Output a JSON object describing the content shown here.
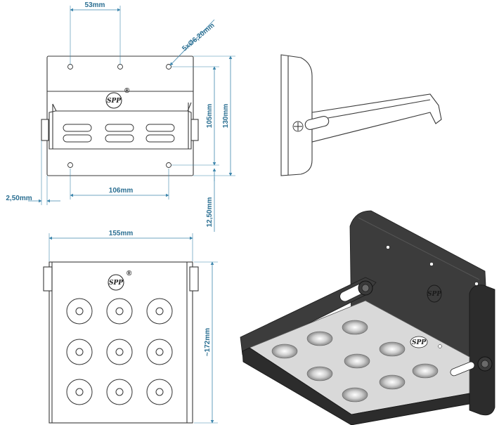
{
  "dimensions": {
    "hole_spacing_top": "53mm",
    "hole_diameter": "5xØ6,20mm",
    "plate_height": "105mm",
    "total_height": "130mm",
    "edge_offset": "2,50mm",
    "hole_spacing_bottom": "106mm",
    "bottom_offset": "12,50mm",
    "tread_width": "155mm",
    "tread_depth": "~172mm"
  },
  "logo": {
    "text": "SPP",
    "mark": "®"
  },
  "colors": {
    "dimension": "#2b6f92",
    "outline": "#3a3a3a",
    "frame_dark": "#3c3c3c",
    "tread_steel": "#d9d9d9"
  }
}
